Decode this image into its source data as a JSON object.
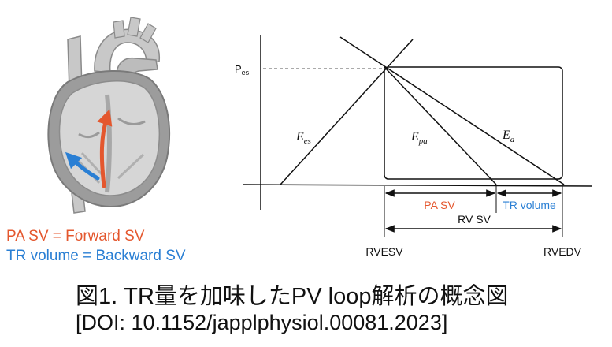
{
  "colors": {
    "forward": "#e4572e",
    "backward": "#2a7fd4",
    "line": "#111111",
    "heart_outer": "#9a9a9a",
    "heart_inner": "#d0d0d0"
  },
  "diagram": {
    "pes_label": "P",
    "pes_sub": "es",
    "ees_label": "E",
    "ees_sub": "es",
    "epa_label": "E",
    "epa_sub": "pa",
    "ea_label": "E",
    "ea_sub": "a",
    "pa_sv_label": "PA SV",
    "tr_volume_label": "TR volume",
    "rv_sv_label": "RV SV",
    "rvesv_label": "RVESV",
    "rvedv_label": "RVEDV"
  },
  "legend": {
    "pa_sv_text": "PA SV = Forward SV",
    "tr_text": "TR volume = Backward SV"
  },
  "caption": {
    "title": "図1. TR量を加味したPV loop解析の概念図",
    "doi": "[DOI: 10.1152/japplphysiol.00081.2023]"
  }
}
